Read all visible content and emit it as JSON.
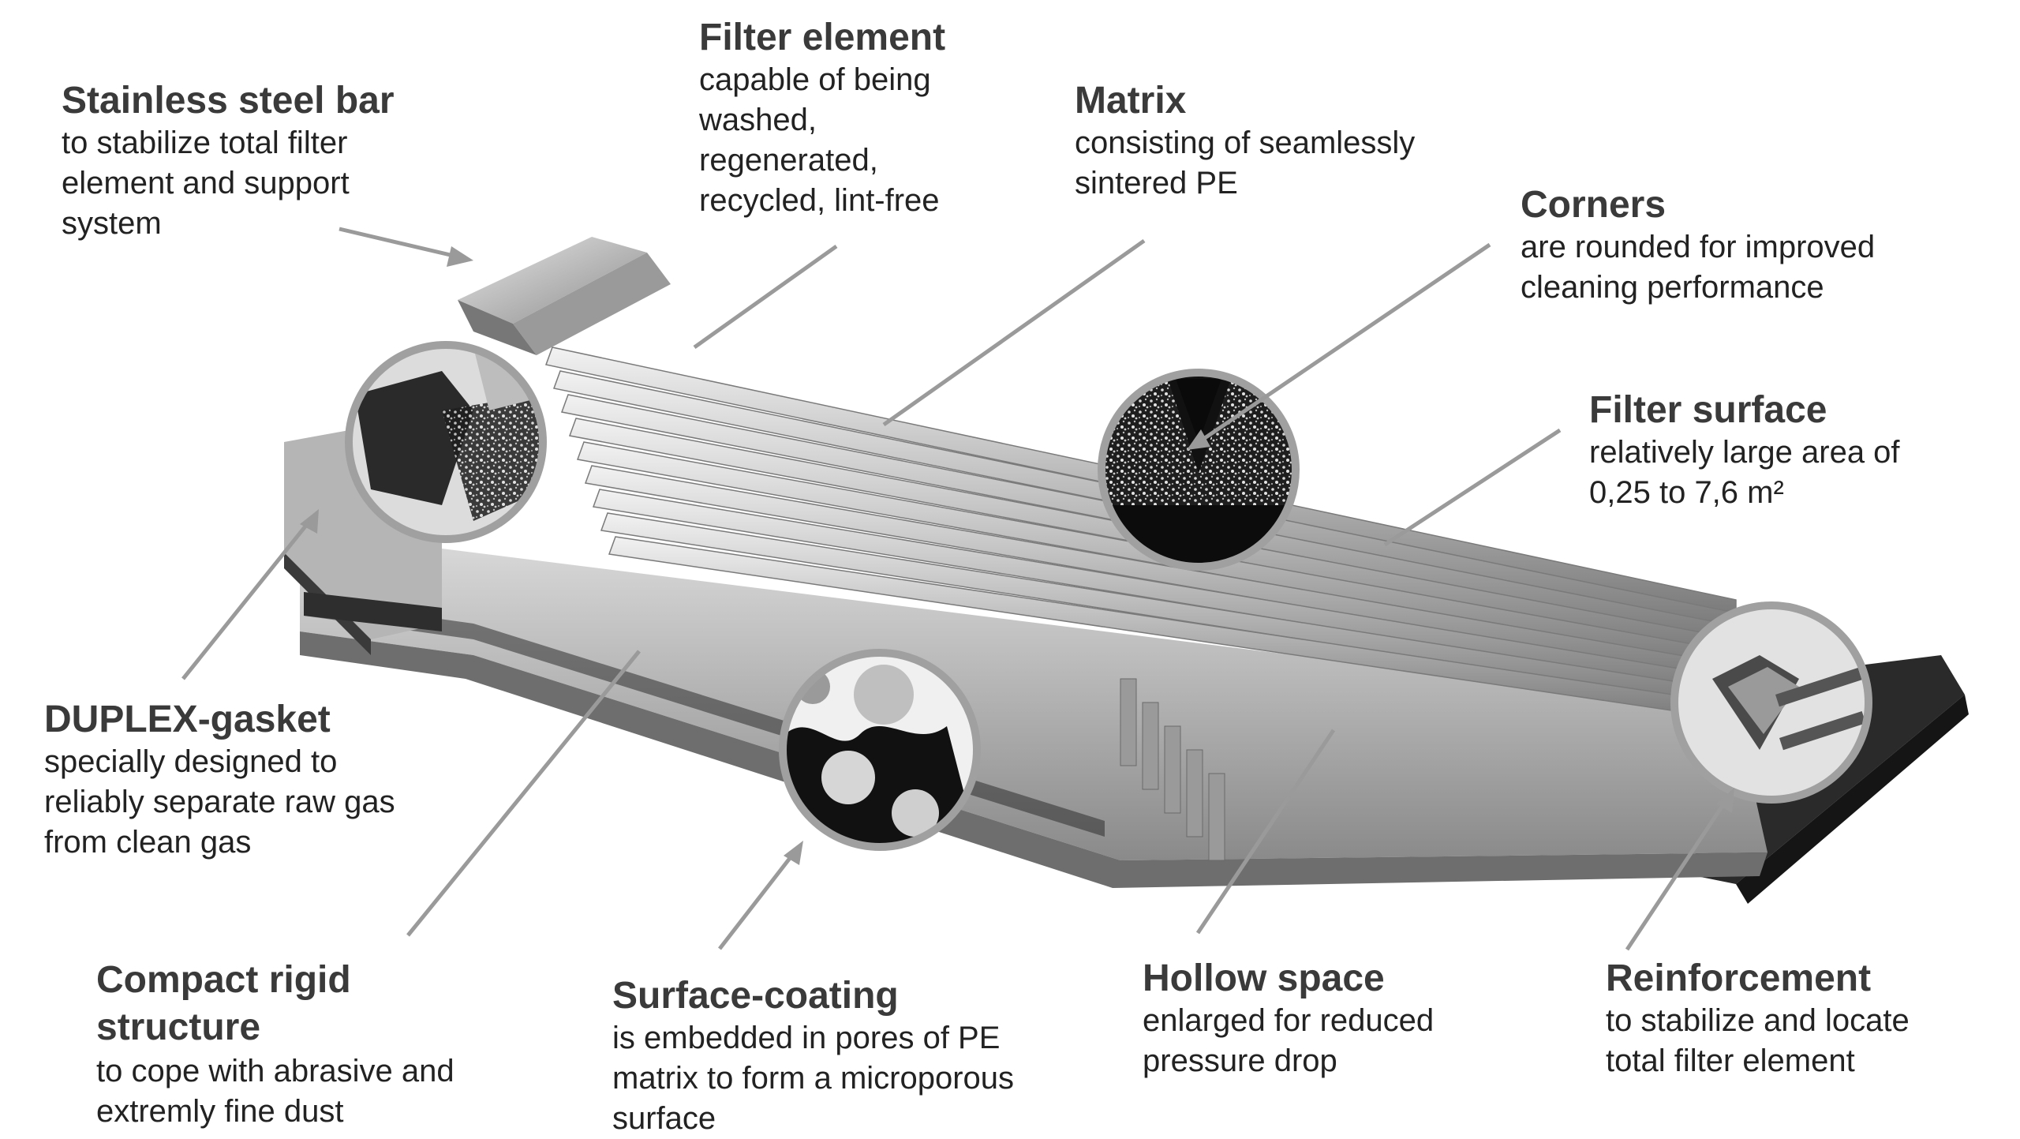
{
  "colors": {
    "title": "#3a3a3a",
    "text": "#222222",
    "leader": "#9a9a9a",
    "metal_light": "#cfcfcf",
    "metal_mid": "#a8a8a8",
    "metal_dark": "#6e6e6e",
    "gasket": "#2e2e2e"
  },
  "callouts": {
    "stainless_steel_bar": {
      "title": "Stainless steel bar",
      "desc": "to stabilize total filter\nelement and support\nsystem"
    },
    "filter_element": {
      "title": "Filter element",
      "desc": "capable of being\nwashed,\nregenerated,\nrecycled, lint-free"
    },
    "matrix": {
      "title": "Matrix",
      "desc": "consisting of seamlessly\nsintered PE"
    },
    "corners": {
      "title": "Corners",
      "desc": "are rounded for improved\ncleaning performance"
    },
    "filter_surface": {
      "title": "Filter surface",
      "desc": "relatively large area of\n0,25 to 7,6 m²"
    },
    "duplex_gasket": {
      "title": "DUPLEX-gasket",
      "desc": "specially designed to\nreliably separate raw gas\nfrom clean gas"
    },
    "compact_rigid_structure": {
      "title": "Compact rigid\nstructure",
      "desc": "to cope with abrasive and\nextremly fine dust"
    },
    "surface_coating": {
      "title": "Surface-coating",
      "desc": "is embedded in pores of PE\nmatrix to form a microporous\nsurface"
    },
    "hollow_space": {
      "title": "Hollow space",
      "desc": "enlarged for reduced\npressure drop"
    },
    "reinforcement": {
      "title": "Reinforcement",
      "desc": "to stabilize and locate\ntotal filter element"
    }
  }
}
